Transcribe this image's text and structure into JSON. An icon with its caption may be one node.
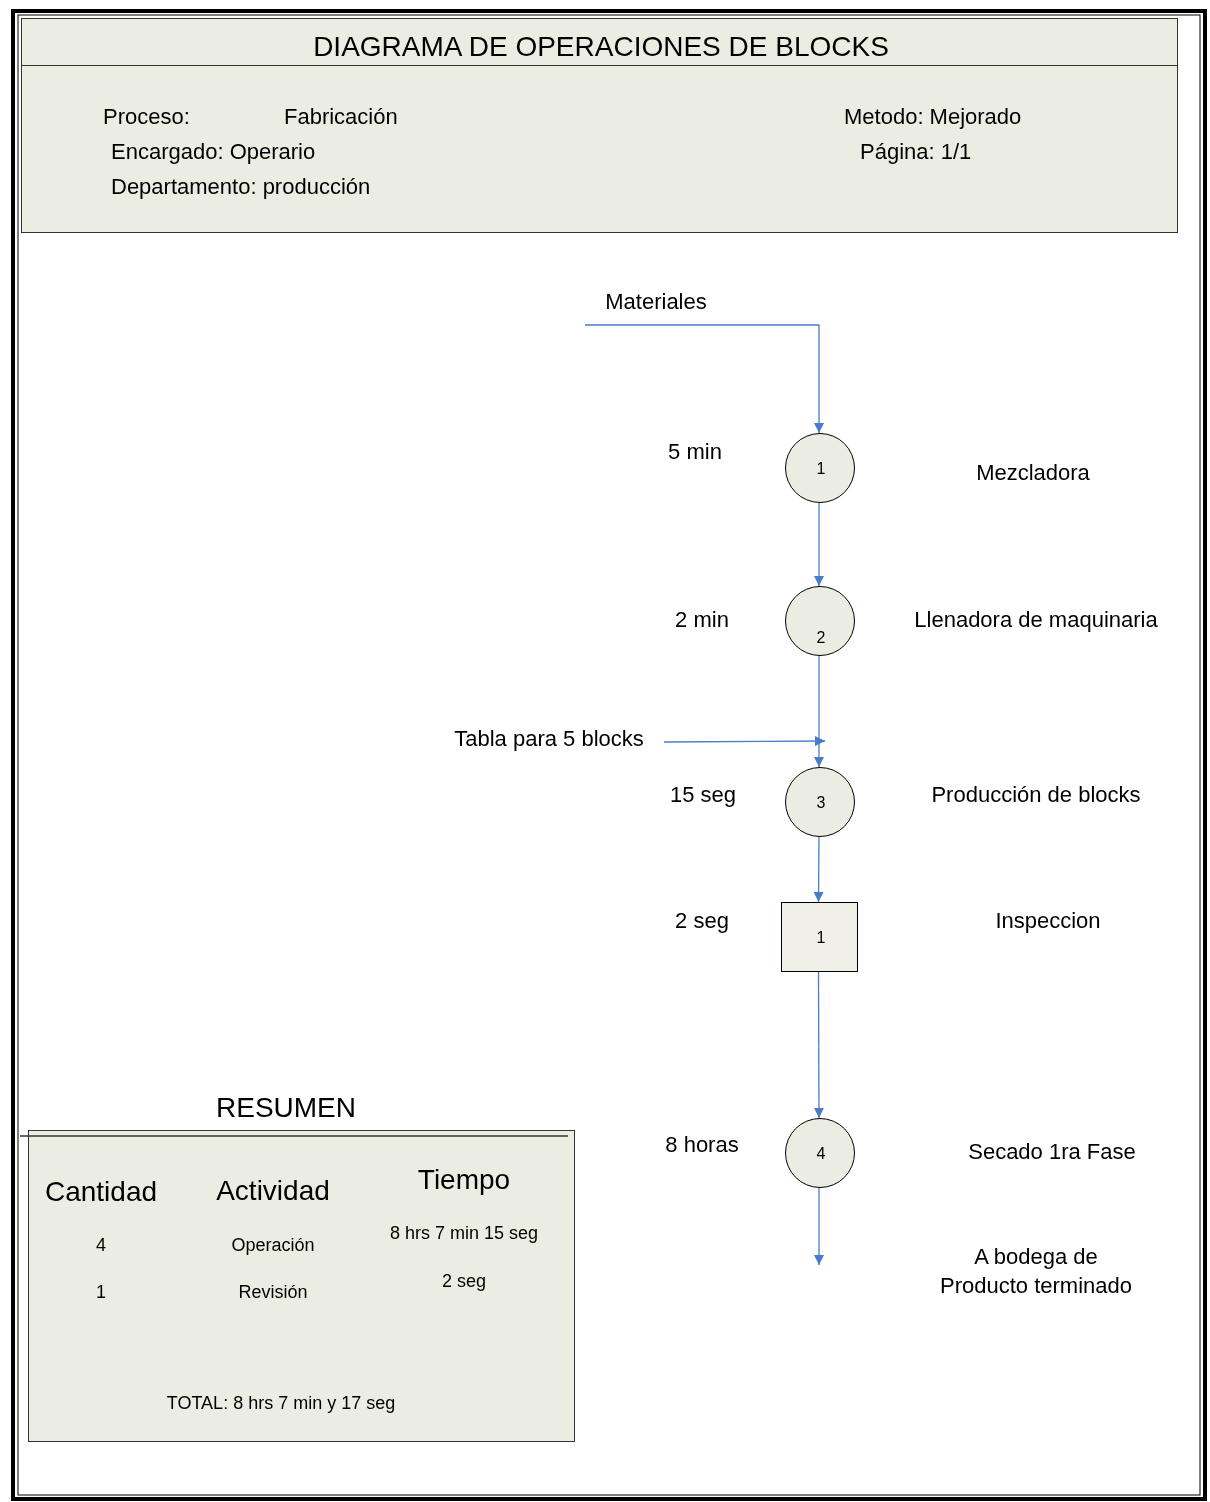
{
  "diagram": {
    "title": "DIAGRAMA DE OPERACIONES DE BLOCKS",
    "nodes": [
      {
        "text": [
          "Proceso:",
          "Fabricación",
          "Encargado: Operario",
          "Departamento: producción",
          "Metodo: Mejorado",
          "Página: 1/1"
        ]
      },
      {
        "text": [
          "Materiales"
        ]
      },
      {
        "text": [
          "1"
        ],
        "beside": [
          "5 min"
        ]
      },
      {
        "text": [
          "2"
        ],
        "beside": [
          "2 min"
        ]
      },
      {
        "text": [
          "Tabla para 5 blocks"
        ]
      },
      {
        "text": [
          "3"
        ],
        "beside": [
          "15 seg"
        ]
      },
      {
        "text": [
          "1"
        ],
        "beside": [
          "2 seg"
        ]
      },
      {
        "text": [
          "4"
        ],
        "beside": [
          "8 horas"
        ]
      },
      {
        "text": [
          "RESUMEN",
          "Cantidad",
          "Actividad",
          "Tiempo",
          "4",
          "Operación",
          "8 hrs 7 min 15 seg",
          "1",
          "Revisión",
          "2 seg",
          "TOTAL:  8 hrs 7 min y 17 seg"
        ]
      }
    ],
    "edges": [
      {
        "from": 1,
        "to": 2,
        "arrow": "to"
      },
      {
        "from": 2,
        "to": 3,
        "arrow": "to"
      },
      {
        "from": 4,
        "to": 5,
        "arrow": "to"
      },
      {
        "from": 3,
        "to": 5,
        "arrow": "to"
      },
      {
        "from": 5,
        "to": 6,
        "arrow": "to"
      },
      {
        "from": 6,
        "to": 7,
        "arrow": "to"
      },
      {
        "from": 7,
        "to": null,
        "arrow": "to"
      }
    ],
    "labels": [
      "Mezcladora",
      "Llenadora de maquinaria",
      "Producción de blocks",
      "Inspeccion",
      "Secado 1ra Fase",
      "A bodega de Producto terminado"
    ]
  }
}
